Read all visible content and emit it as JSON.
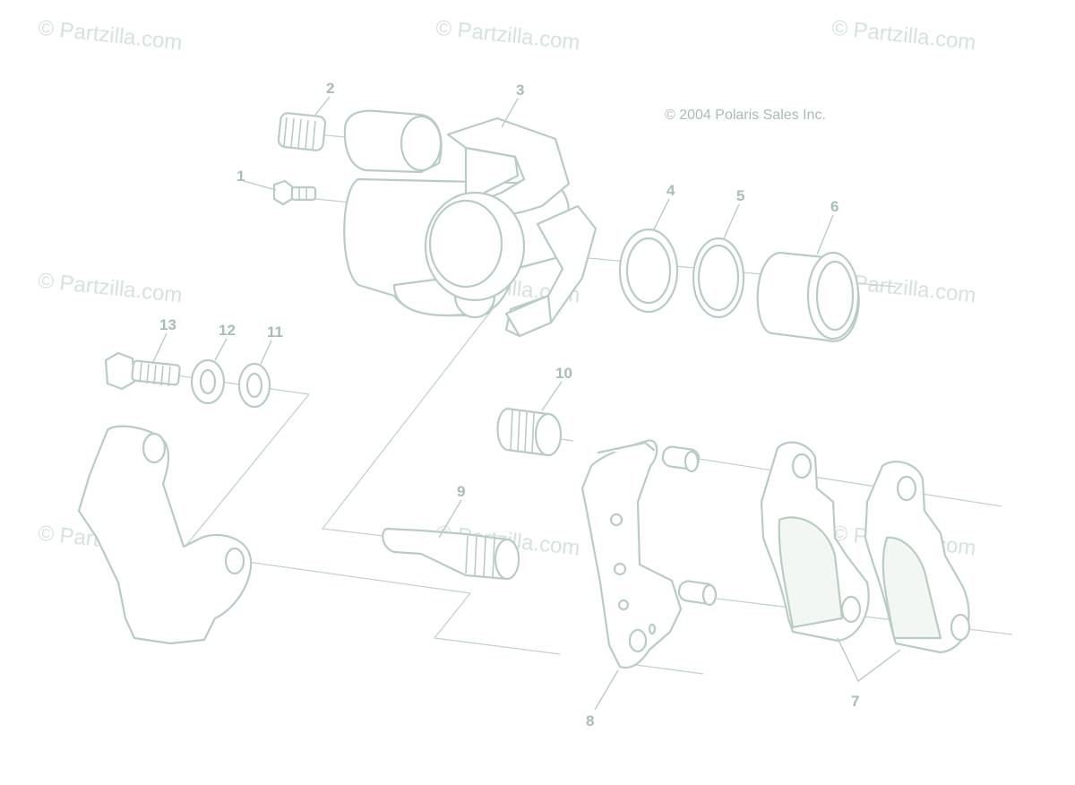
{
  "copyright": "© 2004 Polaris Sales Inc.",
  "watermark": "© Partzilla.com",
  "callouts": [
    "1",
    "2",
    "3",
    "4",
    "5",
    "6",
    "7",
    "8",
    "9",
    "10",
    "11",
    "12",
    "13"
  ],
  "colors": {
    "line": "#b9ccc3",
    "label": "#a8bdb3",
    "watermark": "#d6e2dc",
    "background": "#ffffff"
  }
}
